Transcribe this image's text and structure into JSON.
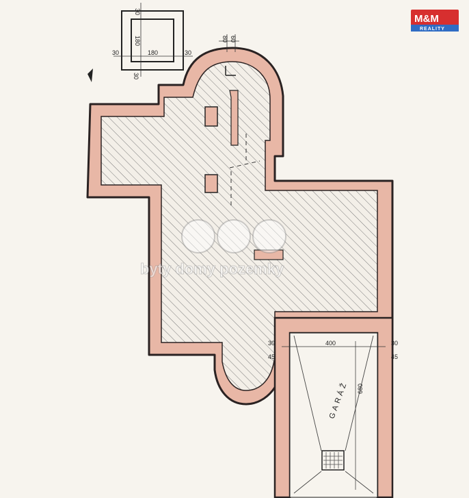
{
  "logo": {
    "brand": "M&M",
    "sub": "REALITY"
  },
  "watermark": {
    "text": "byty domy pozemky"
  },
  "chimney_dims": {
    "top": "30",
    "side": "180",
    "width": "180",
    "left": "30",
    "right": "30",
    "bottom": "30"
  },
  "stair_dims": {
    "a": "80",
    "b": "60"
  },
  "garage": {
    "label": "GARÁŽ",
    "width": "400",
    "length": "680",
    "wall_left": "30",
    "wall_right": "30",
    "offset_left": "45",
    "offset_right": "45"
  },
  "colors": {
    "wall": "#e8b7a6",
    "wall_edge": "#2a2222",
    "hatch": "#6f6f6f",
    "paper": "#f7f4ee"
  }
}
